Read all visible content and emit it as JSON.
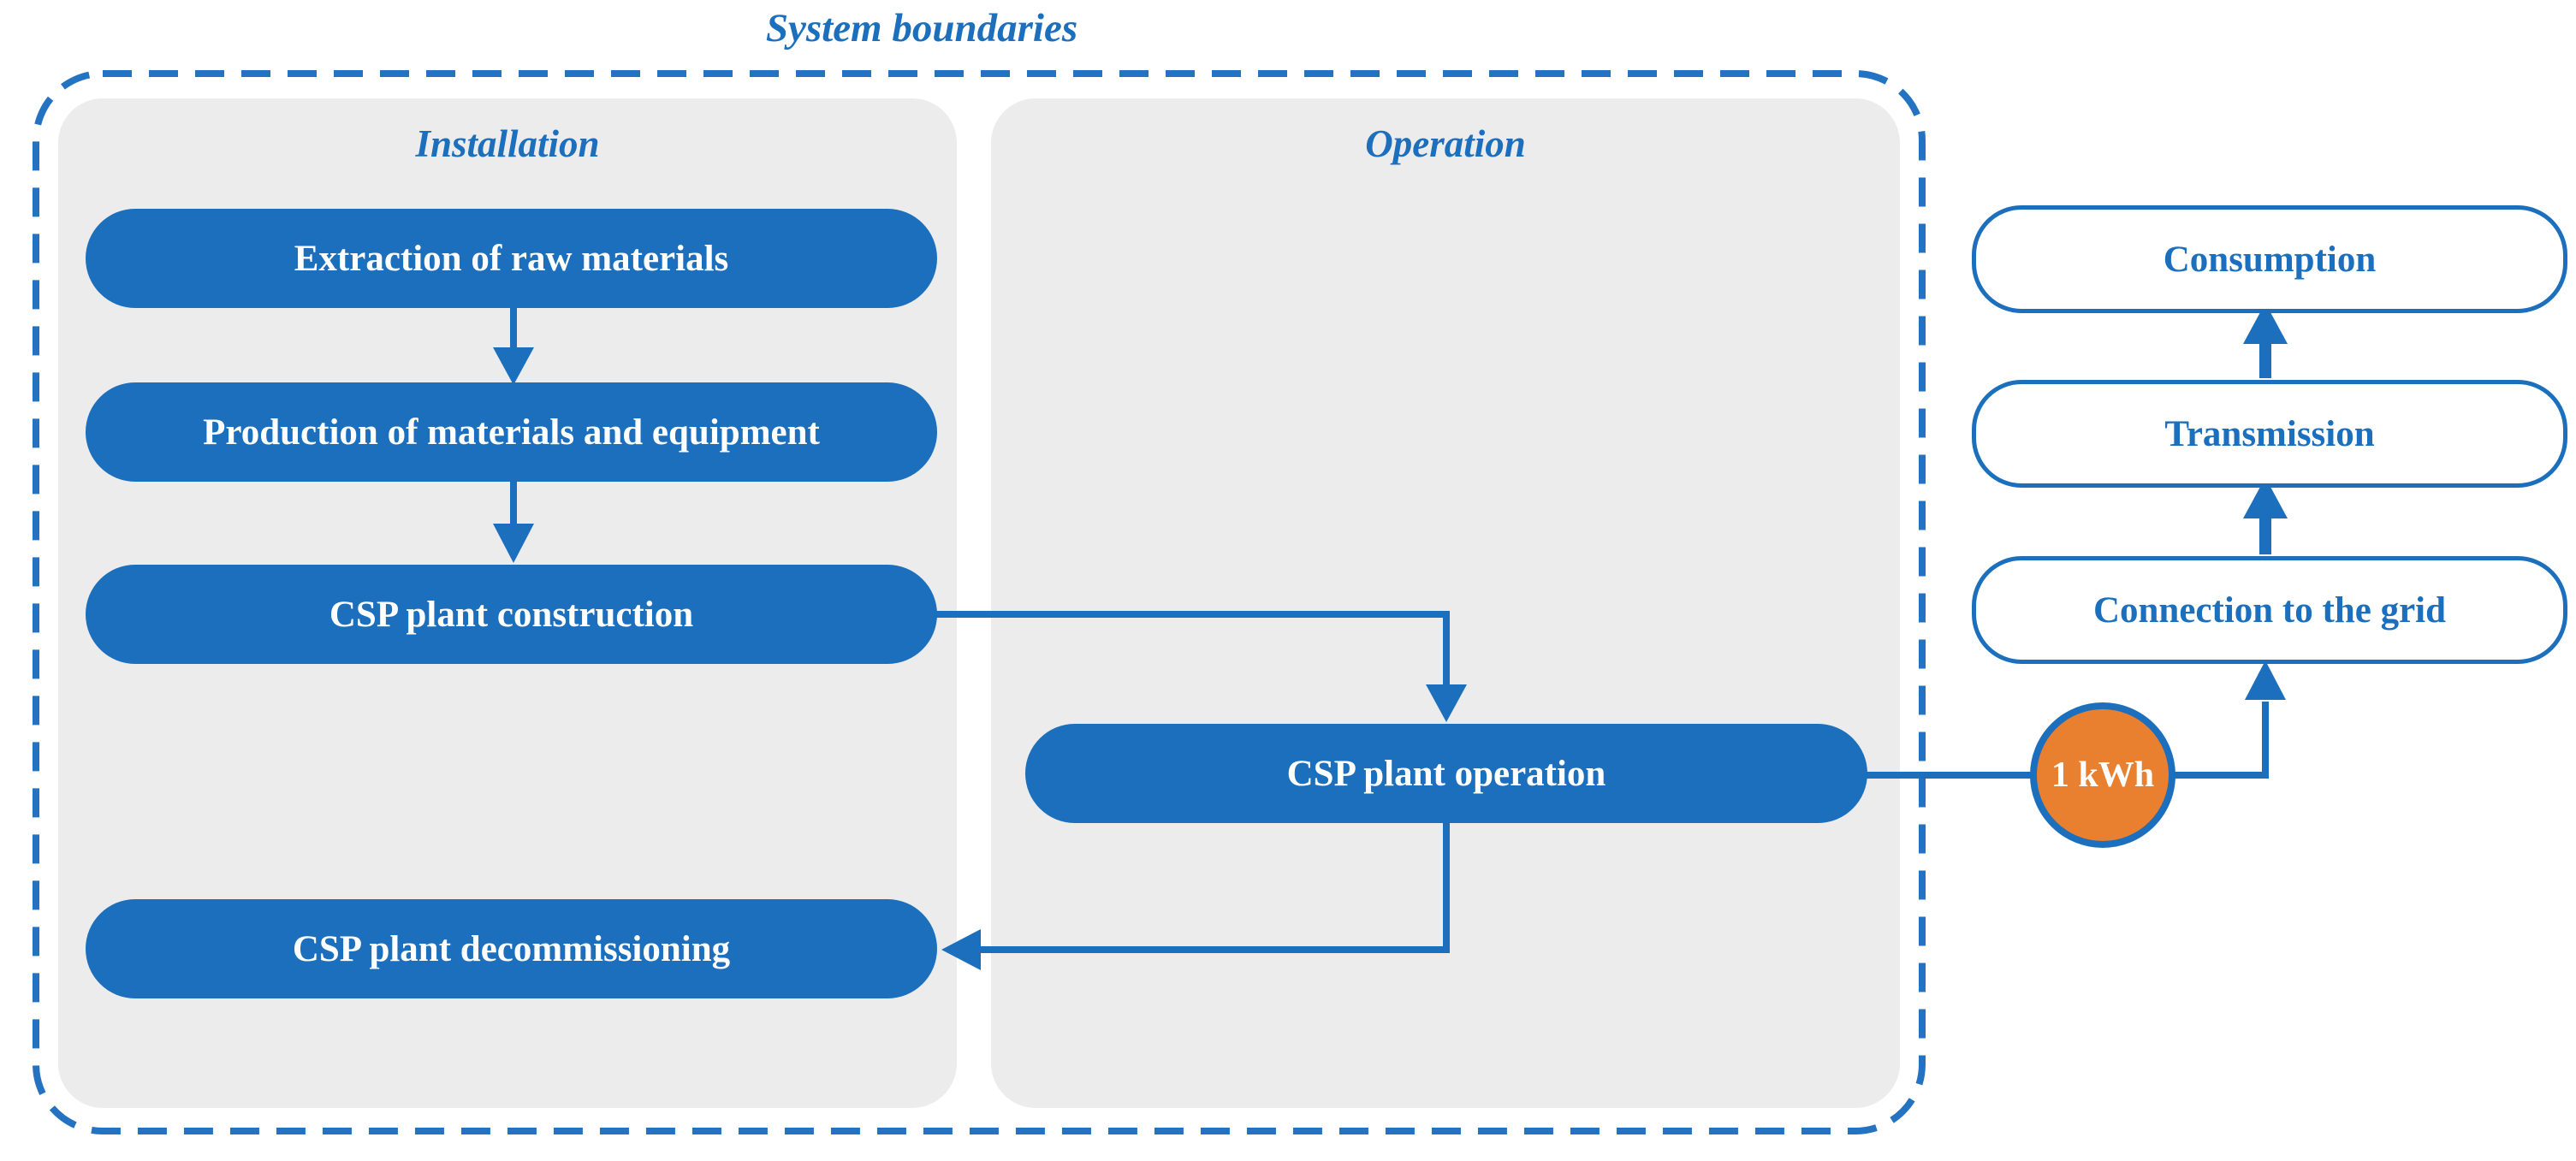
{
  "title": "System boundaries",
  "colors": {
    "blue": "#1B6FBC",
    "dash_blue": "#2473C2",
    "orange": "#E8802F",
    "panel_gray": "#ECECEC",
    "label_white": "#FFFFFF"
  },
  "sections": {
    "installation": {
      "label": "Installation"
    },
    "operation": {
      "label": "Operation"
    }
  },
  "process_boxes": {
    "extraction": {
      "label": "Extraction of raw materials"
    },
    "production": {
      "label": "Production of materials and equipment"
    },
    "construction": {
      "label": "CSP plant construction"
    },
    "operation": {
      "label": "CSP plant operation"
    },
    "decommissioning": {
      "label": "CSP plant decommissioning"
    }
  },
  "functional_unit": {
    "label": "1 kWh"
  },
  "grid_chain": {
    "connection": {
      "label": "Connection to the grid"
    },
    "transmission": {
      "label": "Transmission"
    },
    "consumption": {
      "label": "Consumption"
    }
  },
  "edges": [
    {
      "from": "extraction",
      "to": "production"
    },
    {
      "from": "production",
      "to": "construction"
    },
    {
      "from": "construction",
      "to": "operation"
    },
    {
      "from": "operation",
      "to": "decommissioning"
    },
    {
      "from": "operation",
      "to": "functional_unit"
    },
    {
      "from": "functional_unit",
      "to": "connection"
    },
    {
      "from": "connection",
      "to": "transmission"
    },
    {
      "from": "transmission",
      "to": "consumption"
    }
  ]
}
